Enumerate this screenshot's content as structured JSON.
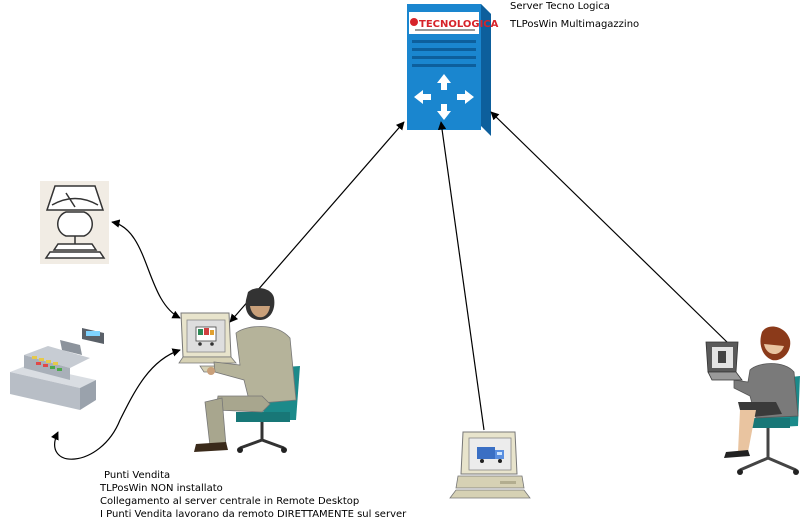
{
  "server": {
    "label": "Server  Tecno Logica",
    "product": "TLPosWin Multimagazzino",
    "logo_text": "TECNOLOGICA",
    "colors": {
      "front": "#1a86cf",
      "side": "#0d5f9c",
      "top": "#5fb6ea",
      "logo_red": "#d6232a"
    }
  },
  "punti_vendita": {
    "title": "Punti Vendita",
    "lines": [
      "TLPosWin NON installato",
      "Collegamento al server centrale in Remote Desktop",
      "I Punti Vendita lavorano da remoto DIRETTAMENTE sul server"
    ]
  },
  "icons": [
    "scale-icon",
    "cash-register-icon",
    "cashier-workstation-icon",
    "desktop-pc-icon",
    "laptop-user-icon",
    "network-switch-icon"
  ],
  "colors": {
    "chair": "#1b8a8a",
    "suit": "#b5b39a",
    "hair": "#8b3a1a",
    "screen": "#ececec"
  }
}
